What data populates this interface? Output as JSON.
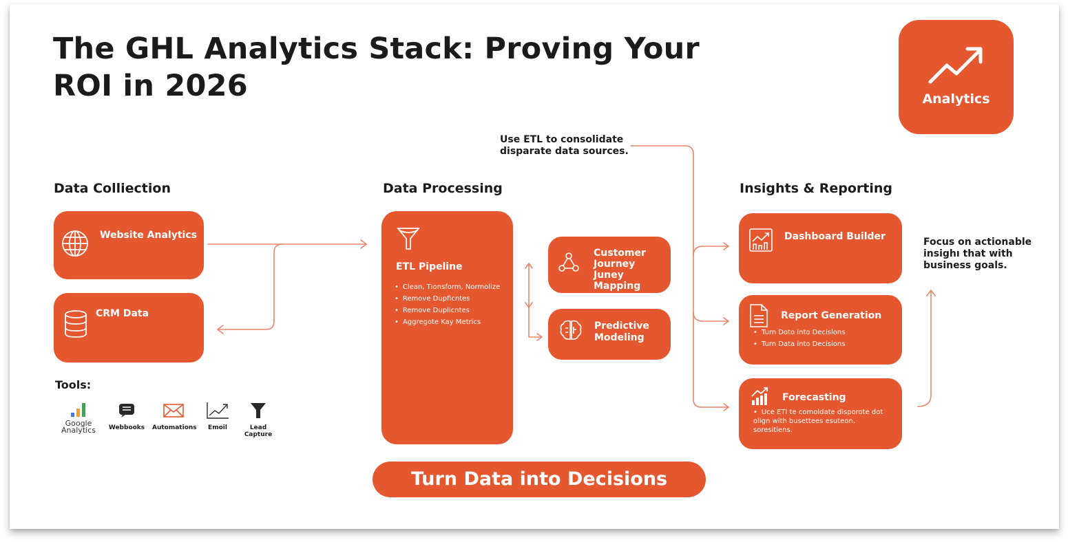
{
  "title": "The GHL Analytics Stack: Proving Your ROI in 2026",
  "badge": {
    "label": "Analytics",
    "icon": "trending-up-arrow-icon"
  },
  "colors": {
    "accent": "#e5582f",
    "connector": "#e8866c",
    "text": "#1b1b1b",
    "background": "#ffffff"
  },
  "etl_note": "Use ETL to consolidate disparate data sources.",
  "insight_note": "Focus on actionable insighı that with business goals.",
  "sections": {
    "collection": {
      "title": "Data Colliection",
      "items": [
        {
          "label": "Website Analytics",
          "icon": "globe-icon"
        },
        {
          "label": "CRM Data",
          "icon": "database-icon"
        }
      ],
      "tools_label": "Tools:",
      "tools": [
        {
          "label": "Google Analytics",
          "icon": "google-analytics-icon"
        },
        {
          "label": "Webbooks",
          "icon": "chat-message-icon"
        },
        {
          "label": "Automations",
          "icon": "envelope-icon"
        },
        {
          "label": "Emoil",
          "icon": "line-chart-icon"
        },
        {
          "label": "Lead Capture",
          "icon": "funnel-icon"
        }
      ]
    },
    "processing": {
      "title": "Data Processing",
      "pipeline": {
        "label": "ETL Pipeline",
        "icon": "funnel-icon",
        "bullets": [
          "Clean, Tıonsform, Normolize",
          "Remove Dupficntes",
          "Remove Duplicntes",
          "Aggregote Kay Metrics"
        ]
      },
      "items": [
        {
          "label": "Customer Journey Juney Mapping",
          "icon": "network-nodes-icon"
        },
        {
          "label": "Predictive Modeling",
          "icon": "brain-icon"
        }
      ]
    },
    "insights": {
      "title": "Insights & Reporting",
      "items": [
        {
          "label": "Dashboard Builder",
          "icon": "dashboard-chart-icon",
          "bullets": []
        },
        {
          "label": "Report Generation",
          "icon": "document-icon",
          "bullets": [
            "Turn Doto into Decislons",
            "Turn Data into Decisions"
          ]
        },
        {
          "label": "Forecasting",
          "icon": "bar-chart-trend-icon",
          "bullets": [
            "Uce ETI te comoldate disporote dot olign with busettees esuteon. soresitiens."
          ]
        }
      ]
    }
  },
  "cta": {
    "label": "Turn Data into Decisions"
  }
}
